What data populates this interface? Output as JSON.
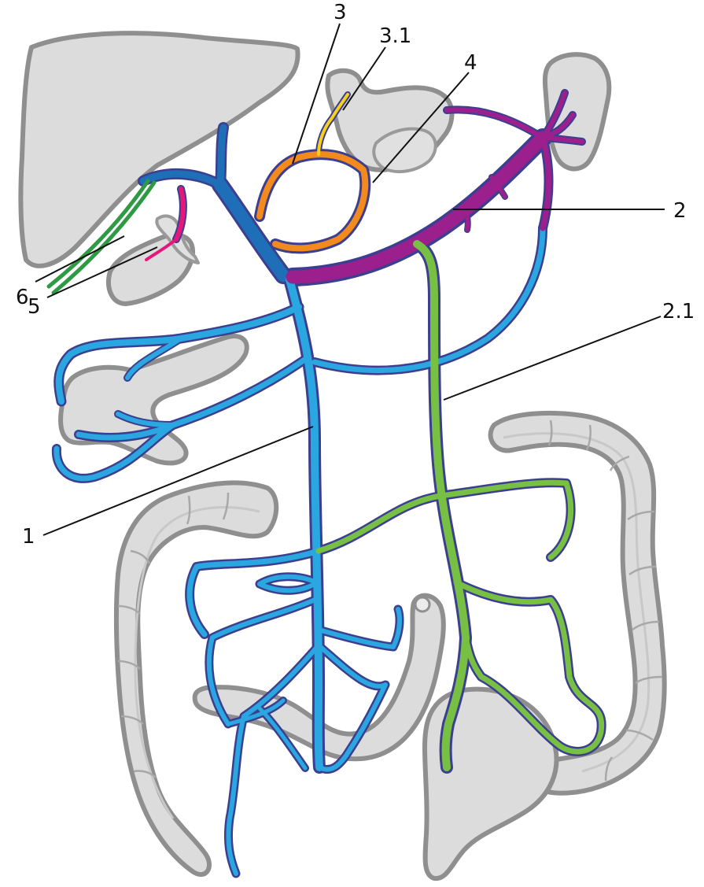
{
  "diagram": {
    "labels": {
      "l1": "1",
      "l2": "2",
      "l2_1": "2.1",
      "l3": "3",
      "l3_1": "3.1",
      "l4": "4",
      "l5": "5",
      "l6": "6"
    },
    "colors": {
      "portal_blue": "#1f6fb8",
      "sup_mesenteric_blue": "#2aa7e0",
      "splenic_purple": "#9b1f8c",
      "inf_mesenteric_green": "#77c043",
      "gastric_orange": "#f28a1e",
      "gastric_yellow": "#f7d117",
      "cystic_pink": "#e6177a",
      "paraumbilical_green": "#2f9a44",
      "vessel_outline": "#3c3f8f",
      "organ_fill": "#dcdcdc"
    }
  }
}
